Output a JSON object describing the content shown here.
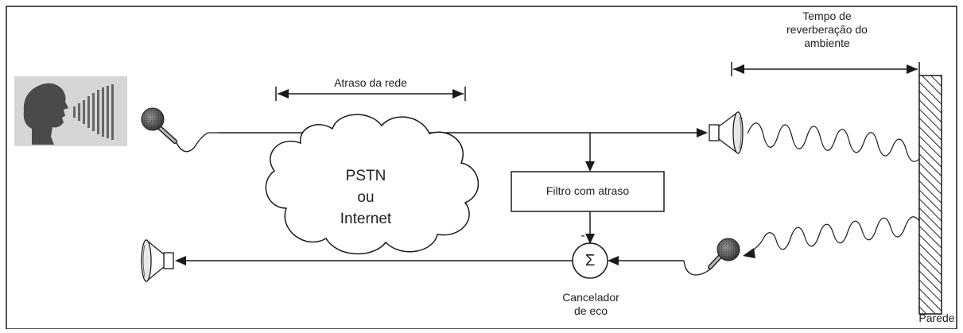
{
  "labels": {
    "network_delay": "Atraso da rede",
    "reverb_line1": "Tempo de",
    "reverb_line2": "reverberação do",
    "reverb_line3": "ambiente",
    "cloud_line1": "PSTN",
    "cloud_line2": "ou",
    "cloud_line3": "Internet",
    "filter": "Filtro com atraso",
    "minus_sign": "-",
    "sigma": "Σ",
    "canceller_line1": "Cancelador",
    "canceller_line2": "de eco",
    "wall": "Parede"
  },
  "icons": {
    "speaker_head": "speaking-person-icon",
    "microphone": "microphone-icon",
    "loudspeaker": "loudspeaker-icon"
  },
  "colors": {
    "line": "#1a1a1a",
    "icon_panel": "#d6d6d6",
    "head": "#4a4a4a",
    "mic": "#5a5a5a"
  }
}
